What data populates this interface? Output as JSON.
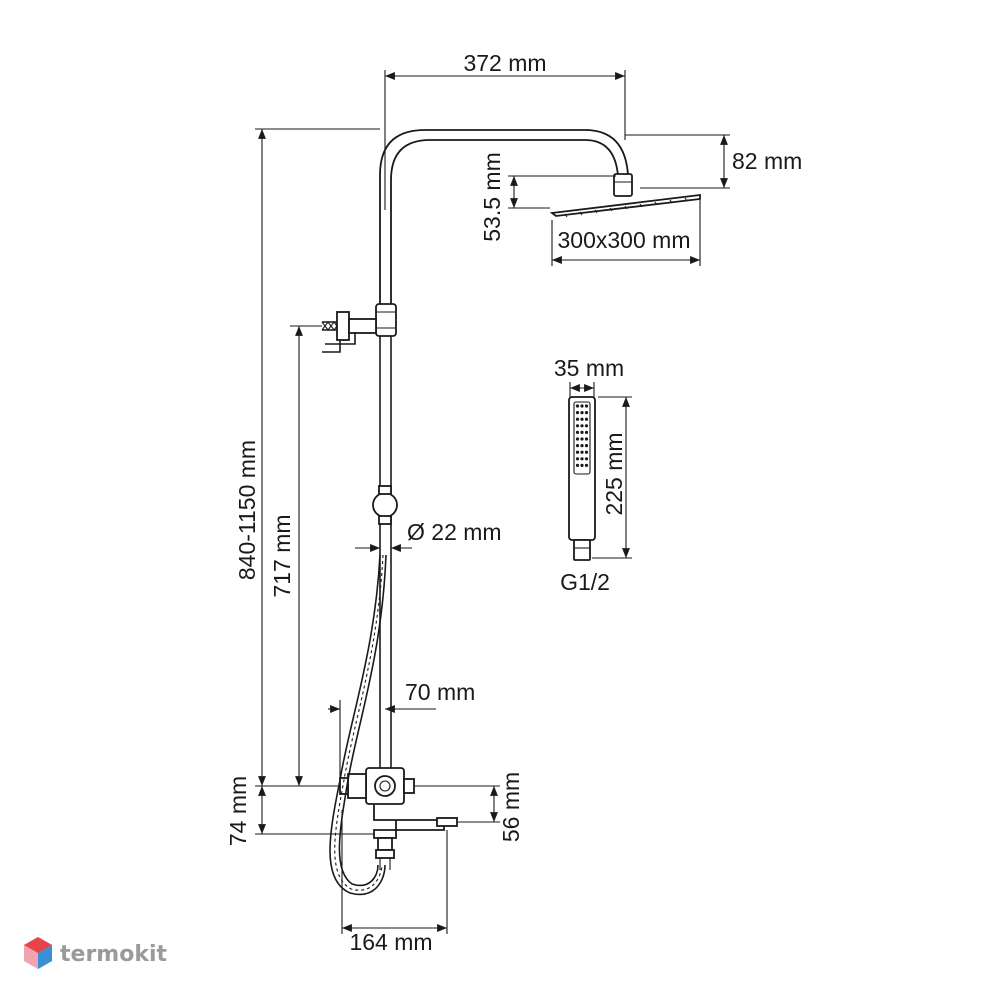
{
  "dimensions": {
    "arm_reach": "372 mm",
    "head_drop": "82 mm",
    "head_height": "53.5 mm",
    "head_size": "300x300 mm",
    "height_range": "840-1150 mm",
    "holder_height": "717 mm",
    "rod_diameter": "Ø 22 mm",
    "hose_offset": "70 mm",
    "mixer_height": "74 mm",
    "spout_height": "56 mm",
    "spout_length": "164 mm",
    "hand_width": "35 mm",
    "hand_length": "225 mm",
    "hand_thread": "G1/2"
  },
  "brand": {
    "name": "termokit",
    "colors": [
      "#e8434a",
      "#3a8fd6",
      "#f2a3b0"
    ]
  }
}
